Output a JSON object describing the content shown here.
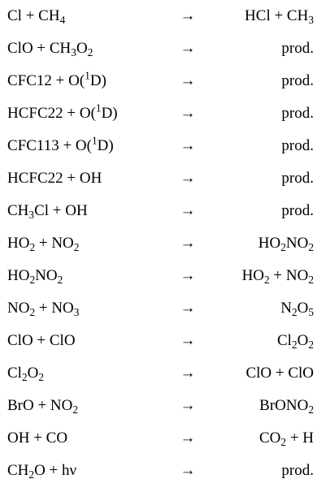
{
  "reactions": [
    {
      "lhs": "Cl + CH<sub>4</sub>",
      "arrow": "→",
      "rhs": "HCl + CH<sub>3</sub>"
    },
    {
      "lhs": "ClO + CH<sub>3</sub>O<sub>2</sub>",
      "arrow": "→",
      "rhs": "prod."
    },
    {
      "lhs": "CFC12 + O(<sup>1</sup>D)",
      "arrow": "→",
      "rhs": "prod."
    },
    {
      "lhs": "HCFC22 + O(<sup>1</sup>D)",
      "arrow": "→",
      "rhs": "prod."
    },
    {
      "lhs": "CFC113 + O(<sup>1</sup>D)",
      "arrow": "→",
      "rhs": "prod."
    },
    {
      "lhs": "HCFC22 + OH",
      "arrow": "→",
      "rhs": "prod."
    },
    {
      "lhs": "CH<sub>3</sub>Cl + OH",
      "arrow": "→",
      "rhs": "prod."
    },
    {
      "lhs": "HO<sub>2</sub> + NO<sub>2</sub>",
      "arrow": "→",
      "rhs": "HO<sub>2</sub>NO<sub>2</sub>"
    },
    {
      "lhs": "HO<sub>2</sub>NO<sub>2</sub>",
      "arrow": "→",
      "rhs": "HO<sub>2</sub> + NO<sub>2</sub>"
    },
    {
      "lhs": "NO<sub>2</sub> + NO<sub>3</sub>",
      "arrow": "→",
      "rhs": "N<sub>2</sub>O<sub>5</sub>"
    },
    {
      "lhs": "ClO + ClO",
      "arrow": "→",
      "rhs": "Cl<sub>2</sub>O<sub>2</sub>"
    },
    {
      "lhs": "Cl<sub>2</sub>O<sub>2</sub>",
      "arrow": "→",
      "rhs": "ClO + ClO"
    },
    {
      "lhs": "BrO + NO<sub>2</sub>",
      "arrow": "→",
      "rhs": "BrONO<sub>2</sub>"
    },
    {
      "lhs": "OH + CO",
      "arrow": "→",
      "rhs": "CO<sub>2</sub> + H"
    },
    {
      "lhs": "CH<sub>2</sub>O + hν",
      "arrow": "→",
      "rhs": "prod."
    }
  ]
}
